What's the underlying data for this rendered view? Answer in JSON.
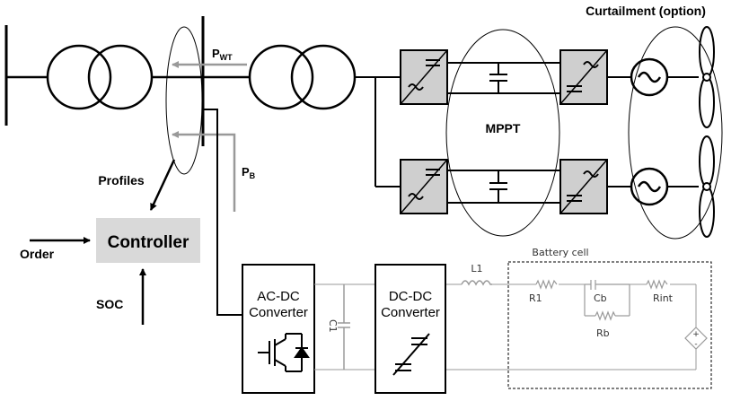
{
  "labels": {
    "curtailment": "Curtailment (option)",
    "p_wt_main": "P",
    "p_wt_sub": "WT",
    "p_b_main": "P",
    "p_b_sub": "B",
    "mppt": "MPPT",
    "profiles": "Profiles",
    "controller": "Controller",
    "order": "Order",
    "soc": "SOC",
    "acdc_line1": "AC-DC",
    "acdc_line2": "Converter",
    "dcdc_line1": "DC-DC",
    "dcdc_line2": "Converter",
    "c1": "C1",
    "l1": "L1",
    "battery_cell": "Battery cell",
    "r1": "R1",
    "cb": "Cb",
    "rb": "Rb",
    "rint": "Rint",
    "plus": "+",
    "minus": "-"
  },
  "colors": {
    "line": "#000000",
    "arrow_gray": "#999999",
    "controller_fill": "#d9d9d9",
    "converter_fill": "#cfcfcf",
    "circuit": "#9a9a9a"
  }
}
